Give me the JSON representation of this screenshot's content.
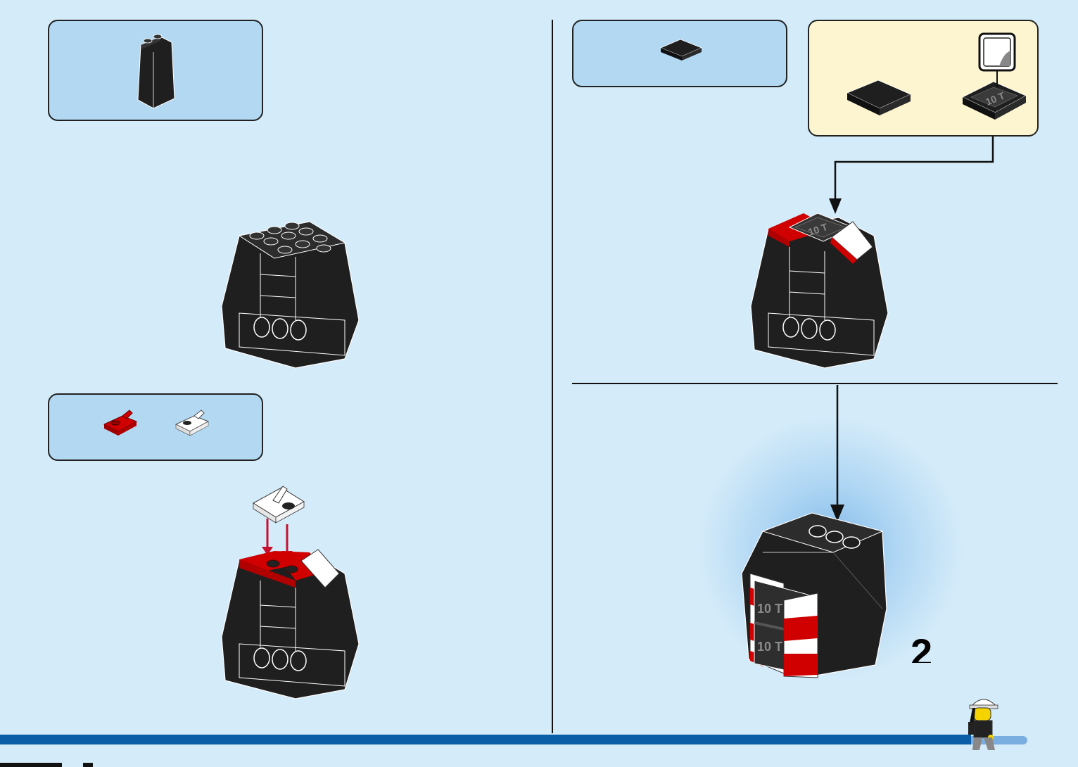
{
  "steps": {
    "final_step_number": "2"
  },
  "sticker": {
    "label": "10 T"
  },
  "final_model": {
    "sticker_top": "10 T",
    "sticker_bottom": "10 T"
  },
  "colors": {
    "background": "#d4ebf9",
    "callout": "#b3d9f2",
    "sticker_callout": "#fdf5d0",
    "brick_black": "#1f1f1f",
    "brick_red": "#d00000",
    "brick_white": "#ffffff",
    "footer_bar": "#0a5ea8"
  },
  "icons": {
    "parts_a": "slope-brick-icon",
    "parts_b": [
      "red-bracket-plate-icon",
      "white-bracket-plate-icon"
    ],
    "parts_c": "flat-tile-icon",
    "sticker_c": [
      "flat-tile-icon",
      "sticker-tile-icon",
      "sticker-sheet-icon"
    ],
    "mascot": "minifigure-icon"
  }
}
